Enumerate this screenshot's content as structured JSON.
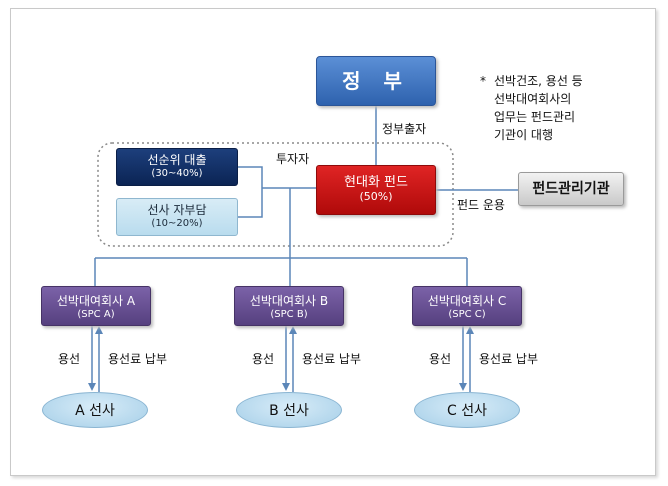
{
  "government": "정 부",
  "government_investment": "정부출자",
  "investors_label": "투자자",
  "loan": {
    "title": "선순위 대출",
    "share": "(30~40%)"
  },
  "self_funding": {
    "title": "선사 자부담",
    "share": "(10~20%)"
  },
  "fund": {
    "title": "현대화 펀드",
    "share": "(50%)"
  },
  "fund_manager": "펀드관리기관",
  "fund_operation": "펀드 운용",
  "spcs": [
    {
      "title": "선박대여회사 A",
      "sub": "(SPC A)"
    },
    {
      "title": "선박대여회사 B",
      "sub": "(SPC B)"
    },
    {
      "title": "선박대여회사 C",
      "sub": "(SPC C)"
    }
  ],
  "charter_label": "용선",
  "charter_fee_label": "용선료 납부",
  "ship_companies": [
    "A 선사",
    "B 선사",
    "C 선사"
  ],
  "note": {
    "marker": "*",
    "lines": [
      "선박건조, 용선 등",
      "선박대여회사의",
      "업무는 펀드관리",
      "기관이 대행"
    ]
  },
  "colors": {
    "government": "#3f74c2",
    "loan": "#0f2b60",
    "self_funding": "#c5e3f1",
    "fund": "#c51414",
    "fund_manager": "#d9d9d9",
    "spc": "#654d91",
    "ship": "#bcdcef",
    "connector": "#5b86b8"
  }
}
